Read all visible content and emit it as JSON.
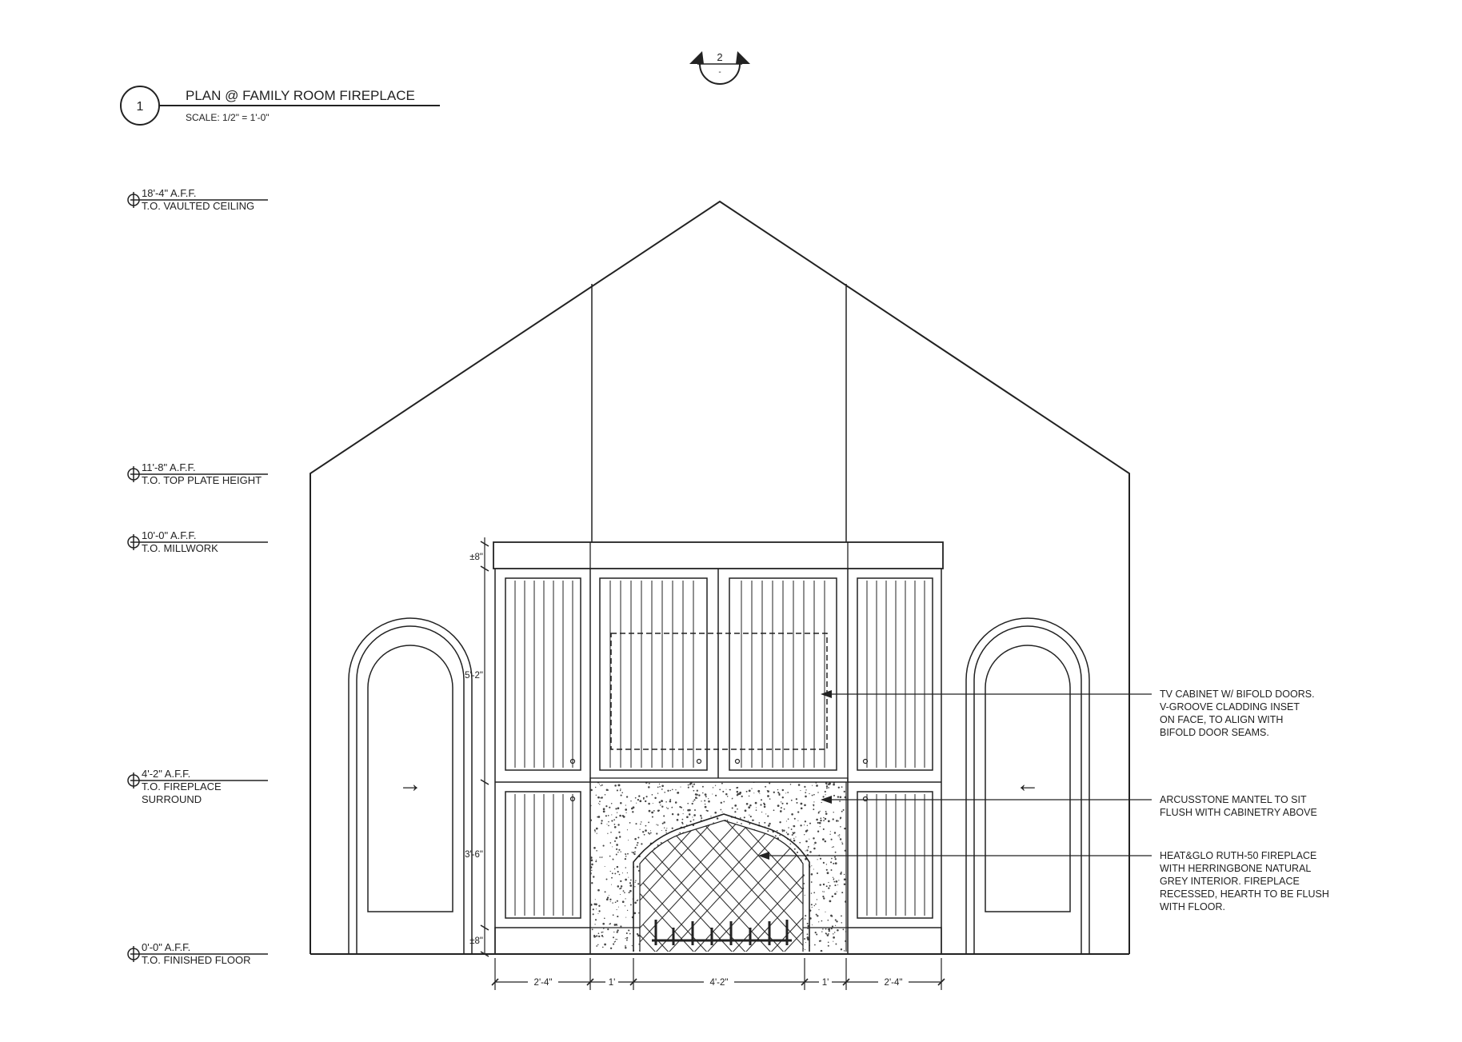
{
  "title_block": {
    "number": "1",
    "title": "PLAN @ FAMILY ROOM FIREPLACE",
    "scale": "SCALE: 1/2\" = 1'-0\""
  },
  "section_marker": {
    "number": "2",
    "sheet": "-"
  },
  "levels": [
    {
      "elevation": "18'-4\" A.F.F.",
      "label": "T.O. VAULTED CEILING"
    },
    {
      "elevation": "11'-8\" A.F.F.",
      "label": "T.O. TOP PLATE HEIGHT"
    },
    {
      "elevation": "10'-0\" A.F.F.",
      "label": "T.O. MILLWORK"
    },
    {
      "elevation": "4'-2\" A.F.F.",
      "label": "T.O. FIREPLACE",
      "label2": "SURROUND"
    },
    {
      "elevation": "0'-0\" A.F.F.",
      "label": "T.O. FINISHED FLOOR"
    }
  ],
  "vertical_dims": [
    "±8\"",
    "5'-2\"",
    "3'-6\"",
    "±8\""
  ],
  "horizontal_dims": [
    "2'-4\"",
    "1'",
    "4'-2\"",
    "1'",
    "2'-4\""
  ],
  "notes": [
    {
      "lines": [
        "TV CABINET W/ BIFOLD DOORS.",
        "V-GROOVE CLADDING INSET",
        "ON FACE, TO ALIGN WITH",
        "BIFOLD DOOR SEAMS."
      ]
    },
    {
      "lines": [
        "ARCUSSTONE MANTEL TO SIT",
        "FLUSH WITH CABINETRY ABOVE"
      ]
    },
    {
      "lines": [
        "HEAT&GLO RUTH-50 FIREPLACE",
        "WITH HERRINGBONE NATURAL",
        "GREY INTERIOR. FIREPLACE",
        "RECESSED, HEARTH TO BE FLUSH",
        "WITH FLOOR."
      ]
    }
  ],
  "door_arrows": [
    "→",
    "←"
  ]
}
